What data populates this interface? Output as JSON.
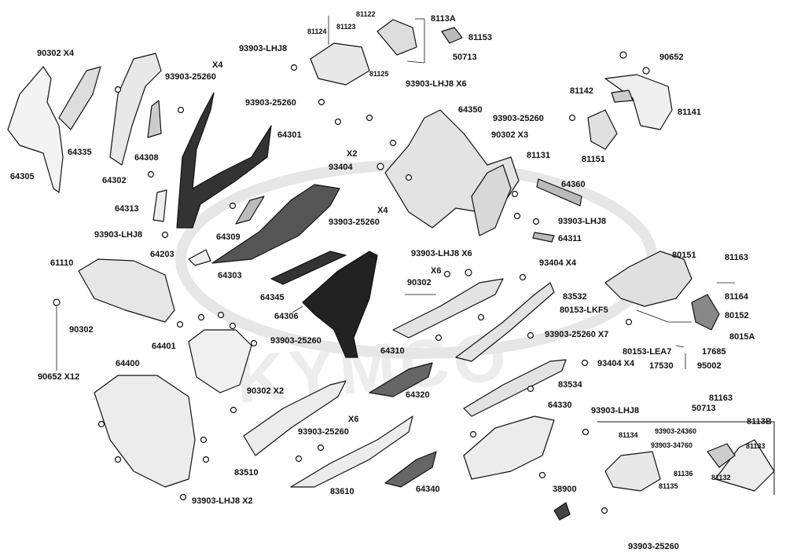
{
  "watermark": "KYMCO",
  "labels": {
    "l_90302_x4": "90302   X4",
    "l_64335": "64335",
    "l_64305": "64305",
    "l_64302": "64302",
    "l_64308": "64308",
    "l_x4_top": "X4",
    "l_93903_25260_a": "93903-25260",
    "l_64301": "64301",
    "l_64313": "64313",
    "l_93903_lhj8_a": "93903-LHJ8",
    "l_64309": "64309",
    "l_64203": "64203",
    "l_64303": "64303",
    "l_61110": "61110",
    "l_90302_a": "90302",
    "l_90652_x12": "90652   X12",
    "l_64401": "64401",
    "l_93903_25260_b": "93903-25260",
    "l_64400": "64400",
    "l_93903_lhj8_x2": "93903-LHJ8 X2",
    "l_93903_lhj8_b": "93903-LHJ8",
    "l_81124": "81124",
    "l_81122": "81122",
    "l_81123": "81123",
    "l_8113a": "8113A",
    "l_81125": "81125",
    "l_81153": "81153",
    "l_50713_a": "50713",
    "l_93903_25260_c": "93903-25260",
    "l_93903_lhj8_x6": "93903-LHJ8 X6",
    "l_64350": "64350",
    "l_x2_a": "X2",
    "l_93404_a": "93404",
    "l_90302_x3": "90302  X3",
    "l_81131": "81131",
    "l_64360": "64360",
    "l_93903_lhj8_c": "93903-LHJ8",
    "l_64311": "64311",
    "l_x4_mid": "X4",
    "l_93903_25260_d": "93903-25260",
    "l_64345": "64345",
    "l_64306": "64306",
    "l_93903_lhj8_x6_b": "93903-LHJ8 X6",
    "l_x6_a": "X6",
    "l_90302_b": "90302",
    "l_64310": "64310",
    "l_93404_x4_a": "93404   X4",
    "l_83532": "83532",
    "l_93903_25260_x7": "93903-25260  X7",
    "l_93404_x4_b": "93404  X4",
    "l_83534": "83534",
    "l_64320": "64320",
    "l_90302_x2": "90302  X2",
    "l_x6_b": "X6",
    "l_93903_25260_e": "93903-25260",
    "l_83510": "83510",
    "l_83610": "83610",
    "l_64340": "64340",
    "l_64330": "64330",
    "l_93903_lhj8_d": "93903-LHJ8",
    "l_38900": "38900",
    "l_93903_25260_f": "93903-25260",
    "l_90652": "90652",
    "l_81142": "81142",
    "l_81141": "81141",
    "l_93903_25260_g": "93903-25260",
    "l_81151": "81151",
    "l_80151": "80151",
    "l_81163_a": "81163",
    "l_81164": "81164",
    "l_80153_lkf5": "80153-LKF5",
    "l_80152": "80152",
    "l_8015a": "8015A",
    "l_80153_lea7": "80153-LEA7",
    "l_17685": "17685",
    "l_17530": "17530",
    "l_95002": "95002",
    "l_81163_b": "81163",
    "l_50713_b": "50713",
    "l_8113b": "8113B",
    "l_81134": "81134",
    "l_93903_24360": "93903-24360",
    "l_93903_34760": "93903-34760",
    "l_81133": "81133",
    "l_81136": "81136",
    "l_81132": "81132",
    "l_81135": "81135"
  }
}
